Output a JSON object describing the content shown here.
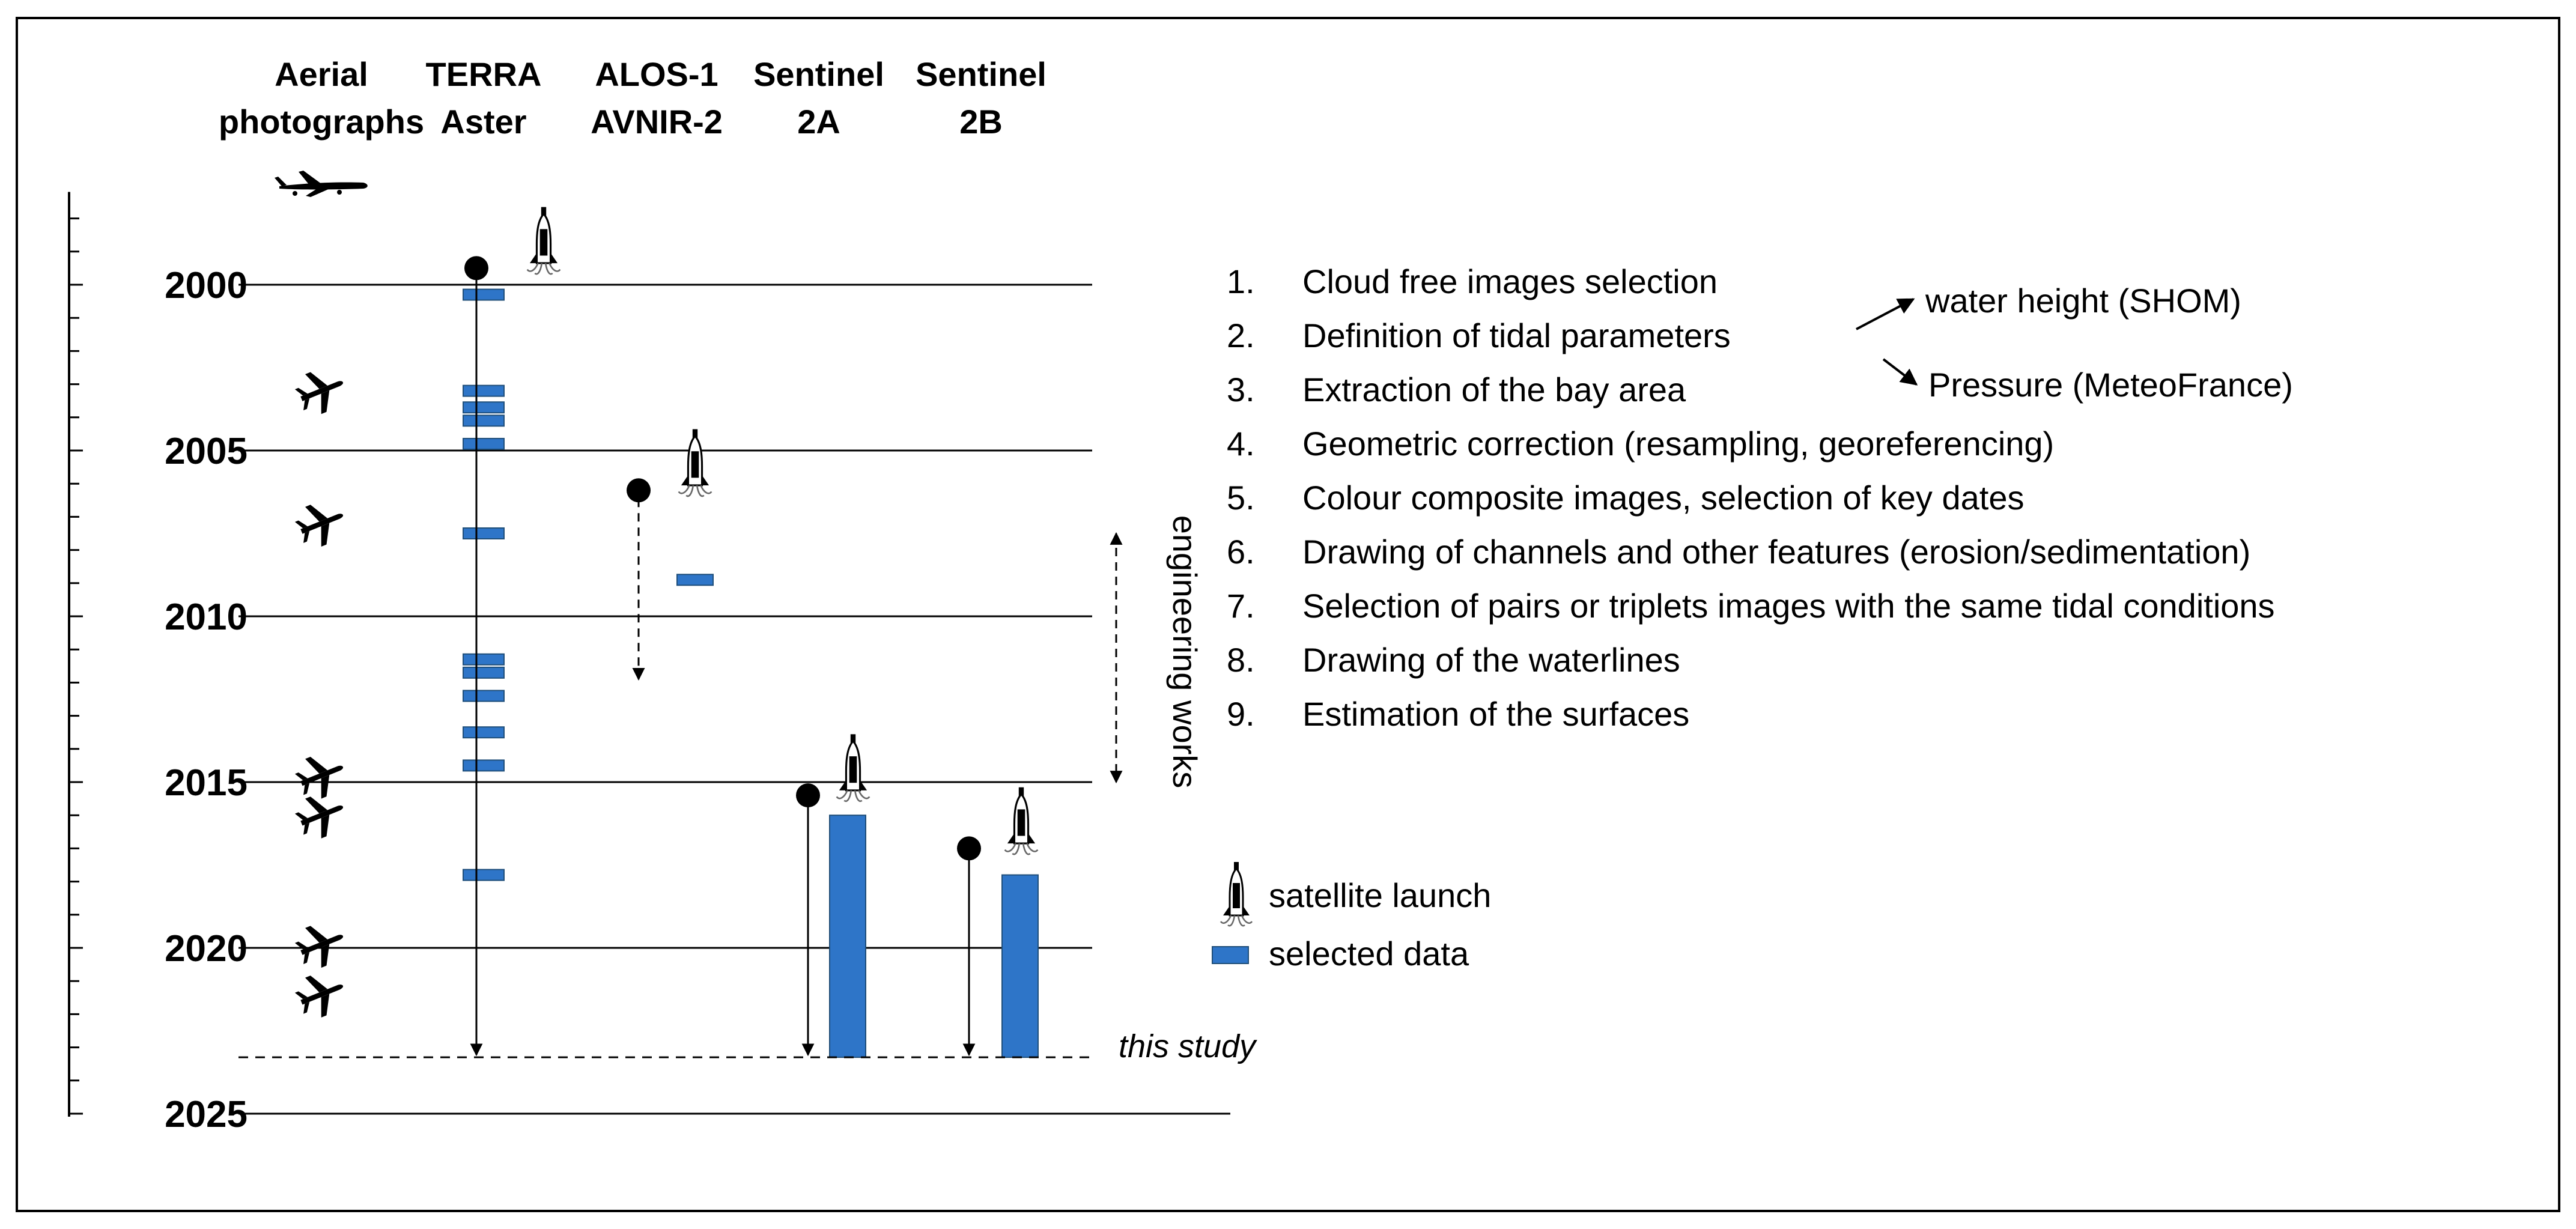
{
  "columns": [
    {
      "line1": "Aerial",
      "line2": "photographs"
    },
    {
      "line1": "TERRA",
      "line2": "Aster"
    },
    {
      "line1": "ALOS-1",
      "line2": "AVNIR-2"
    },
    {
      "line1": "Sentinel",
      "line2": "2A"
    },
    {
      "line1": "Sentinel",
      "line2": "2B"
    }
  ],
  "axis": {
    "year_labels": [
      "2000",
      "2005",
      "2010",
      "2015",
      "2020",
      "2025"
    ],
    "range": [
      1998,
      2025
    ]
  },
  "launches": [
    {
      "column": "TERRA Aster",
      "year": 1999.5
    },
    {
      "column": "ALOS-1 AVNIR-2",
      "year": 2006.2
    },
    {
      "column": "Sentinel 2A",
      "year": 2015.4
    },
    {
      "column": "Sentinel 2B",
      "year": 2017.0
    }
  ],
  "aerial_photo_years": [
    2003.2,
    2007.2,
    2014.8,
    2016.0,
    2019.9,
    2021.4
  ],
  "selected_data": {
    "terra": [
      2000.3,
      2003.2,
      2003.7,
      2004.1,
      2004.8,
      2007.5,
      2011.3,
      2011.7,
      2012.4,
      2013.5,
      2014.5,
      2017.8
    ],
    "alos": [
      2008.9
    ],
    "sentinel_2a": {
      "from": 2016.0,
      "to": 2023.3
    },
    "sentinel_2b": {
      "from": 2017.8,
      "to": 2023.3
    }
  },
  "engineering_works": {
    "label": "engineering works",
    "from": 2007.5,
    "to": 2015.0
  },
  "this_study": {
    "label": "this study",
    "year": 2023.3
  },
  "steps": [
    {
      "num": "1.",
      "text": "Cloud free images selection"
    },
    {
      "num": "2.",
      "text": "Definition of tidal parameters"
    },
    {
      "num": "3.",
      "text": "Extraction of the bay area"
    },
    {
      "num": "4.",
      "text": "Geometric correction (resampling, georeferencing)"
    },
    {
      "num": "5.",
      "text": "Colour composite images, selection of key dates"
    },
    {
      "num": "6.",
      "text": "Drawing of channels and other features (erosion/sedimentation)"
    },
    {
      "num": "7.",
      "text": "Selection of pairs or triplets images with the same tidal conditions"
    },
    {
      "num": "8.",
      "text": "Drawing of the waterlines"
    },
    {
      "num": "9.",
      "text": "Estimation of the surfaces"
    }
  ],
  "tidal_sources": [
    "water height (SHOM)",
    "Pressure (MeteoFrance)"
  ],
  "legend": {
    "launch_label": "satellite launch",
    "data_label": "selected data"
  },
  "colors": {
    "bar_fill": "#2e75c8",
    "bar_stroke": "#1f4e79",
    "line": "#000000"
  }
}
